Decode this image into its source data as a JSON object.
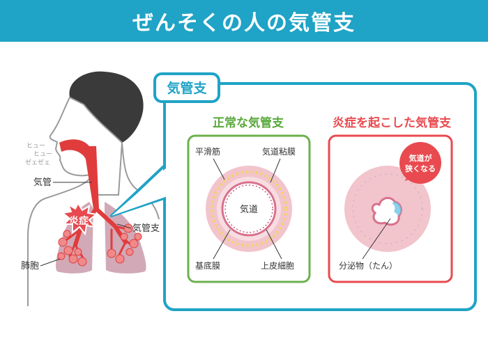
{
  "title": "ぜんそくの人の気管支",
  "person": {
    "sound_lines": [
      "ヒュー",
      "ヒュー",
      "ゼェゼェ"
    ],
    "labels": {
      "trachea": "気管",
      "inflammation": "炎症",
      "bronchus": "気管支",
      "alveoli": "肺胞"
    }
  },
  "panel": {
    "tab_label": "気管支",
    "normal": {
      "heading": "正常な気管支",
      "labels": {
        "smooth_muscle": "平滑筋",
        "mucosa": "気道粘膜",
        "airway": "気道",
        "basement_membrane": "基底膜",
        "epithelium": "上皮細胞"
      }
    },
    "inflamed": {
      "heading": "炎症を起こした気管支",
      "bubble_lines": [
        "気道が",
        "狭くなる"
      ],
      "label": "分泌物（たん）"
    }
  },
  "colors": {
    "title_bg": "#1fa3c6",
    "frame": "#1fa3c6",
    "normal_frame": "#6cb14e",
    "inflamed_frame": "#e84a4f",
    "trachea": "#e03c3c",
    "lung": "#c99aaa",
    "skin": "#9a9a9a",
    "ring_pink": "#f2c4cc",
    "muscle_yellow": "#f1d36a"
  }
}
